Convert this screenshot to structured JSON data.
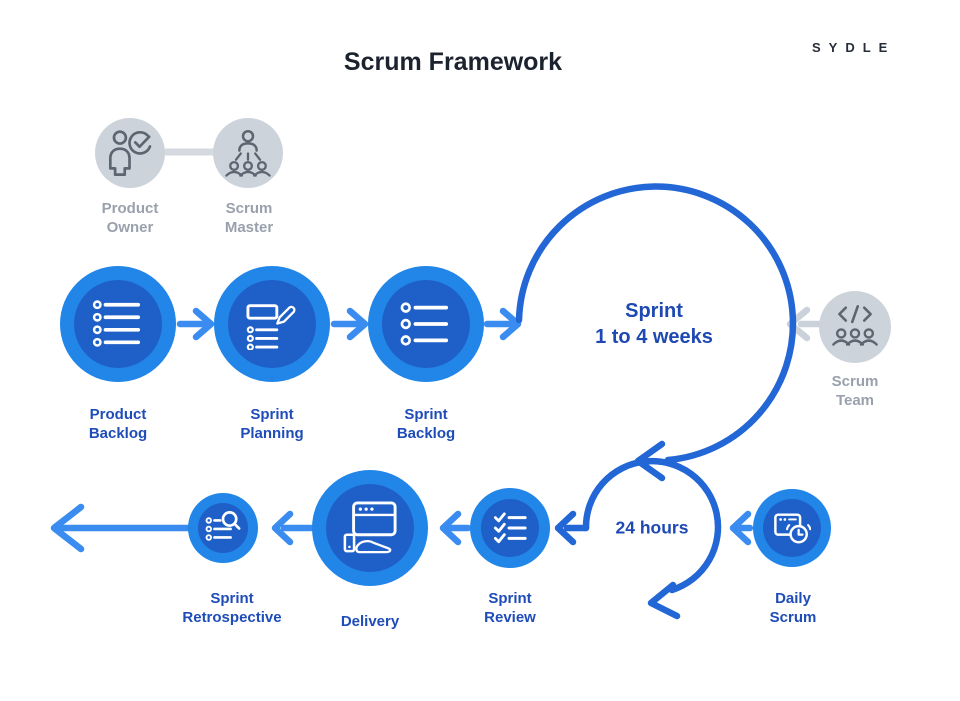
{
  "header": {
    "title": "Scrum Framework",
    "brand": "SYDLE"
  },
  "roles": {
    "product_owner": {
      "line1": "Product",
      "line2": "Owner"
    },
    "scrum_master": {
      "line1": "Scrum",
      "line2": "Master"
    },
    "scrum_team": {
      "line1": "Scrum",
      "line2": "Team"
    }
  },
  "stages": {
    "product_backlog": {
      "line1": "Product",
      "line2": "Backlog"
    },
    "sprint_planning": {
      "line1": "Sprint",
      "line2": "Planning"
    },
    "sprint_backlog": {
      "line1": "Sprint",
      "line2": "Backlog"
    },
    "sprint_review": {
      "line1": "Sprint",
      "line2": "Review"
    },
    "delivery": {
      "line1": "Delivery"
    },
    "sprint_retrospective": {
      "line1": "Sprint",
      "line2": "Retrospective"
    },
    "daily_scrum": {
      "line1": "Daily",
      "line2": "Scrum"
    }
  },
  "annotations": {
    "sprint_duration": {
      "line1": "Sprint",
      "line2": "1 to 4 weeks"
    },
    "daily_duration": "24 hours"
  },
  "icons": {
    "product_owner": "person-with-check-icon",
    "scrum_master": "leader-over-team-icon",
    "scrum_team": "code-team-icon",
    "product_backlog": "bulleted-list-icon",
    "sprint_planning": "list-with-pencil-icon",
    "sprint_backlog": "bulleted-list-icon",
    "sprint_review": "checklist-icon",
    "delivery": "browser-hand-delivery-icon",
    "sprint_retrospective": "list-magnifier-icon",
    "daily_scrum": "calendar-clock-icon"
  },
  "colors": {
    "circle_outer_blue": "#2285e8",
    "circle_inner_blue": "#1f60c8",
    "arrow_blue": "#3a8cf0",
    "loop_blue": "#2267d5",
    "label_blue": "#1e4cb8",
    "duration_blue": "#1e48b2",
    "title_dark": "#1c222e",
    "gray_circle_fill": "#cdd3db",
    "gray_icon_stroke": "#5d6571",
    "gray_label": "#9aa1ac",
    "gray_connector": "#d5dae1"
  }
}
